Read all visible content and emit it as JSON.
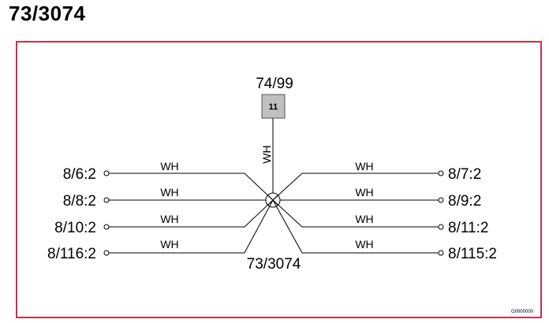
{
  "title": "73/3074",
  "splice": {
    "label": "73/3074"
  },
  "connector": {
    "label": "74/99",
    "pin": "11",
    "wire": "WH"
  },
  "left_terminals": [
    {
      "label": "8/6:2",
      "wire": "WH"
    },
    {
      "label": "8/8:2",
      "wire": "WH"
    },
    {
      "label": "8/10:2",
      "wire": "WH"
    },
    {
      "label": "8/116:2",
      "wire": "WH"
    }
  ],
  "right_terminals": [
    {
      "label": "8/7:2",
      "wire": "WH"
    },
    {
      "label": "8/9:2",
      "wire": "WH"
    },
    {
      "label": "8/11:2",
      "wire": "WH"
    },
    {
      "label": "8/115:2",
      "wire": "WH"
    }
  ],
  "drawing_code": "G0000000"
}
